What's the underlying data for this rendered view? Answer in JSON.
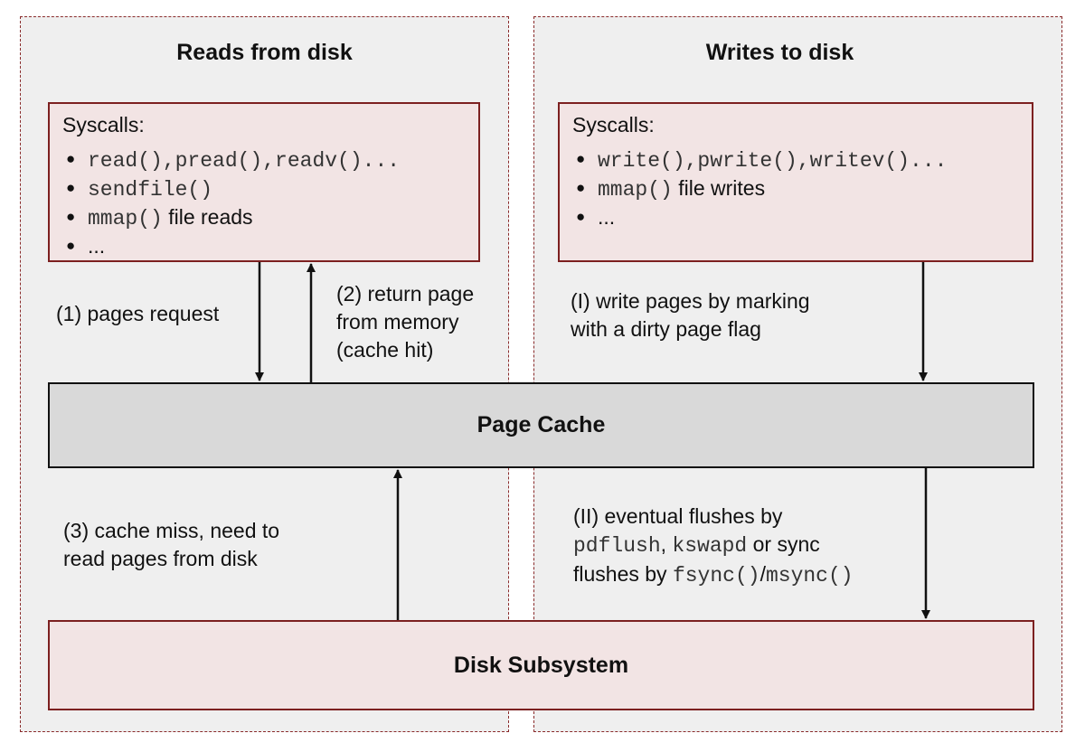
{
  "reads": {
    "heading": "Reads from disk",
    "syscalls_title": "Syscalls:",
    "items": [
      {
        "bullet": "●",
        "code": "read(),pread(),readv()...",
        "text": ""
      },
      {
        "bullet": "●",
        "code": "sendfile()",
        "text": ""
      },
      {
        "bullet": "●",
        "code": "mmap()",
        "text": " file reads"
      },
      {
        "bullet": "●",
        "code": "",
        "text": "..."
      }
    ],
    "step1": "(1) pages request",
    "step2_line1": "(2) return page",
    "step2_line2": "from memory",
    "step2_line3": "(cache hit)",
    "step3_line1": "(3) cache miss, need to",
    "step3_line2": "read pages from disk"
  },
  "writes": {
    "heading": "Writes to disk",
    "syscalls_title": "Syscalls:",
    "items": [
      {
        "bullet": "●",
        "code": "write(),pwrite(),writev()...",
        "text": ""
      },
      {
        "bullet": "●",
        "code": "mmap()",
        "text": " file writes"
      },
      {
        "bullet": "●",
        "code": "",
        "text": "..."
      }
    ],
    "stepI_line1": "(I) write pages by marking",
    "stepI_line2": "with a dirty page flag",
    "stepII_line1": "(II) eventual flushes by",
    "stepII_line2_code1": "pdflush",
    "stepII_line2_sep": ", ",
    "stepII_line2_code2": "kswapd",
    "stepII_line2_text": " or sync",
    "stepII_line3_text": "flushes by ",
    "stepII_line3_code1": "fsync()",
    "stepII_line3_sep": "/",
    "stepII_line3_code2": "msync()"
  },
  "page_cache": "Page Cache",
  "disk_subsystem": "Disk Subsystem",
  "colors": {
    "panel_bg": "#efefef",
    "panel_border": "#8a2b2b",
    "syscall_box_bg": "#f2e4e4",
    "syscall_box_border": "#7c2020",
    "page_cache_bg": "#d9d9d9"
  }
}
